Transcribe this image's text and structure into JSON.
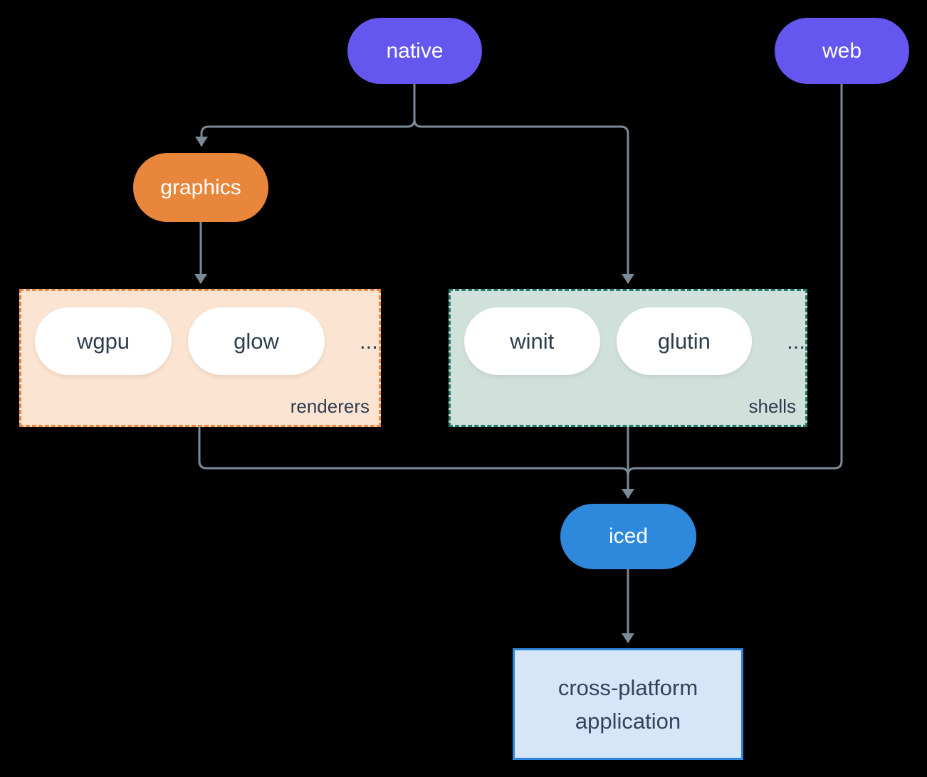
{
  "colors": {
    "background": "#000000",
    "connector": "#7b8a97",
    "native_web_fill": "#6456ee",
    "graphics_fill": "#e8863c",
    "iced_fill": "#2e89dc",
    "renderers_bg": "#fbe4d2",
    "renderers_border": "#e8863c",
    "shells_bg": "#d0e1db",
    "shells_border": "#27796b",
    "application_bg": "#d6e6f8",
    "application_border": "#2f86da",
    "dark_text": "#2e3c4e",
    "light_text": "#ffffff"
  },
  "nodes": {
    "native": {
      "label": "native"
    },
    "web": {
      "label": "web"
    },
    "graphics": {
      "label": "graphics"
    },
    "iced": {
      "label": "iced"
    },
    "application": {
      "line1": "cross-platform",
      "line2": "application"
    }
  },
  "groups": {
    "renderers": {
      "label": "renderers",
      "items": [
        "wgpu",
        "glow"
      ],
      "more": "..."
    },
    "shells": {
      "label": "shells",
      "items": [
        "winit",
        "glutin"
      ],
      "more": "..."
    }
  }
}
